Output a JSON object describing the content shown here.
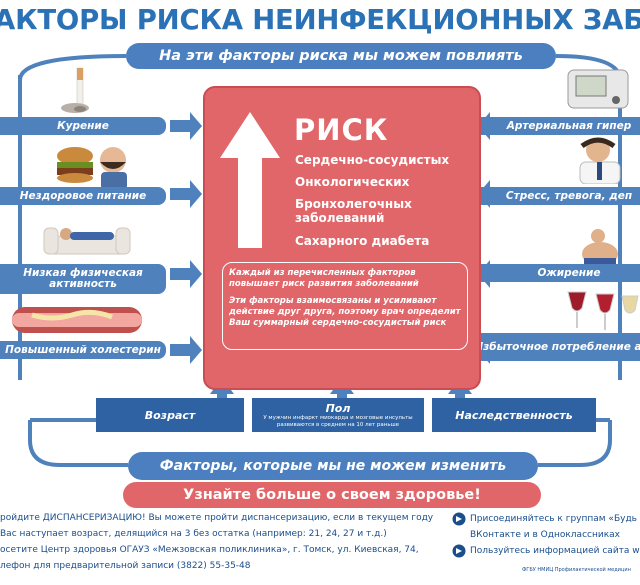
{
  "title": "АКТОРЫ РИСКА НЕИНФЕКЦИОННЫХ ЗАБОЛЕВА",
  "top_banner": "На эти факторы риска мы можем повлиять",
  "left_factors": [
    {
      "label": "Курение",
      "icon": "cigarette-icon"
    },
    {
      "label": "Нездоровое питание",
      "icon": "burger-icon"
    },
    {
      "label": "Низкая физическая активность",
      "icon": "couch-icon"
    },
    {
      "label": "Повышенный холестерин",
      "icon": "artery-icon"
    }
  ],
  "right_factors": [
    {
      "label": "Артериальная гипер",
      "icon": "blood-pressure-monitor-icon"
    },
    {
      "label": "Стресс, тревога, деп",
      "icon": "stressed-man-icon"
    },
    {
      "label": "Ожирение",
      "icon": "obese-man-icon"
    },
    {
      "label": "Избыточное потребление алко",
      "icon": "wine-glasses-icon"
    }
  ],
  "risk": {
    "title": "РИСК",
    "items": [
      "Сердечно-сосудистых",
      "Онкологических",
      "Бронхолегочных заболеваний",
      "Сахарного диабета"
    ],
    "note1": "Каждый из перечисленных факторов повышает риск развития заболеваний",
    "note2": "Эти факторы взаимосвязаны и усиливают действие друг друга, поэтому врач определит Ваш суммарный сердечно-сосудистый риск"
  },
  "unchangeable": {
    "age": "Возраст",
    "sex_title": "Пол",
    "sex_note": "У мужчин инфаркт миокарда и мозговые инсульты развиваются в среднем на 10 лет раньше",
    "heredity": "Наследственность"
  },
  "bottom_banner": "Факторы, которые мы не можем изменить",
  "cta": "Узнайте больше о своем здоровье!",
  "footer_left": [
    "ройдите ДИСПАНСЕРИЗАЦИЮ!  Вы можете пройти диспансеризацию, если в текущем году",
    "Вас наступает возраст, делящийся на 3 без остатка (например: 21, 24, 27 и т.д.)",
    "осетите Центр здоровья  ОГАУЗ «Межзовская поликлиника», г. Томск, ул. Киевская, 74,",
    "лефон для предварительной записи (3822) 55-35-48"
  ],
  "footer_right": [
    "Присоединяйтесь к группам «Будь",
    "ВКонтакте и в Одноклассниках",
    "Пользуйтесь информацией сайта w"
  ],
  "org": "ФГБУ НМИЦ Профилактической медицин",
  "colors": {
    "title_blue": "#2a71b5",
    "label_blue": "#4f81bd",
    "dark_blue": "#2e62a3",
    "risk_red": "#e0666a",
    "arrow_blue": "#4f81bd"
  }
}
